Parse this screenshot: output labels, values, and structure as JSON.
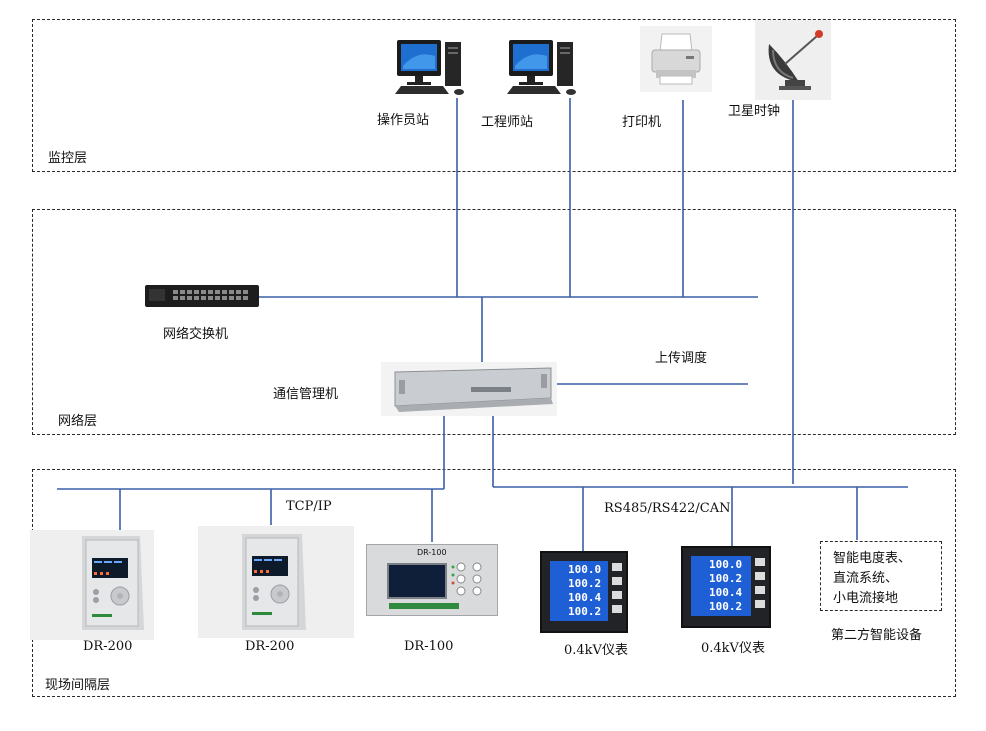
{
  "layers": {
    "monitoring": "监控层",
    "network": "网络层",
    "field": "现场间隔层"
  },
  "monitoring_devices": {
    "operator_station": "操作员站",
    "engineer_station": "工程师站",
    "printer": "打印机",
    "satellite_clock": "卫星时钟"
  },
  "network_devices": {
    "switch": "网络交换机",
    "comm_manager": "通信管理机",
    "upload_dispatch": "上传调度"
  },
  "protocols": {
    "tcpip": "TCP/IP",
    "serial": "RS485/RS422/CAN"
  },
  "field_devices": {
    "dr200_a": "DR-200",
    "dr200_b": "DR-200",
    "dr100": "DR-100",
    "dr100_panel_title": "DR-100",
    "meter_a": "0.4kV仪表",
    "meter_b": "0.4kV仪表",
    "third_party_box_lines": [
      "智能电度表、",
      "直流系统、",
      "小电流接地"
    ],
    "third_party_label": "第二方智能设备"
  },
  "meter_readings": {
    "meter_a": [
      "100.0",
      "100.2",
      "100.4",
      "100.2"
    ],
    "meter_b": [
      "100.0",
      "100.2",
      "100.4",
      "100.2"
    ]
  },
  "colors": {
    "wire": "#3b5ea8",
    "dash": "#2a2a2a",
    "lcd_blue": "#1f5fd6"
  }
}
